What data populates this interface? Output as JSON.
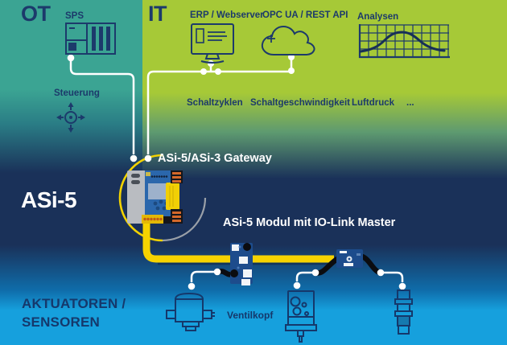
{
  "header": {
    "ot": "OT",
    "it": "IT"
  },
  "ot": {
    "sps": "SPS",
    "steuerung": "Steuerung"
  },
  "it": {
    "erp": "ERP / Webserver",
    "opc": "OPC UA / REST API",
    "analysen": "Analysen"
  },
  "parameters": {
    "p1": "Schaltzyklen",
    "p2": "Schaltgeschwindigkeit",
    "p3": "Luftdruck",
    "p4": "..."
  },
  "middle": {
    "gateway": "ASi-5/ASi-3 Gateway",
    "asi5": "ASi-5",
    "module": "ASi-5 Modul mit IO-Link Master"
  },
  "bottom": {
    "zone_line1": "AKTUATOREN /",
    "zone_line2": "SENSOREN",
    "ventilkopf": "Ventilkopf"
  },
  "icons": {
    "plc": "plc-icon",
    "monitor": "monitor-icon",
    "cloud": "cloud-icon",
    "chart": "bell-curve-chart-icon",
    "crosshair": "steering-crosshair-icon",
    "valve": "valve-head-icon",
    "hub": "io-link-hub-icon",
    "sensor": "proximity-sensor-icon",
    "gateway": "gateway-device",
    "module1": "asi5-io-link-module",
    "module2": "asi5-module"
  },
  "colors": {
    "teal": "#3BA493",
    "green": "#A6C937",
    "navy": "#1A3159",
    "bright_blue": "#16A0DD",
    "yellow_cable": "#F6D300",
    "text_navy": "#1C3A6B",
    "white_line": "#FFFFFF"
  }
}
